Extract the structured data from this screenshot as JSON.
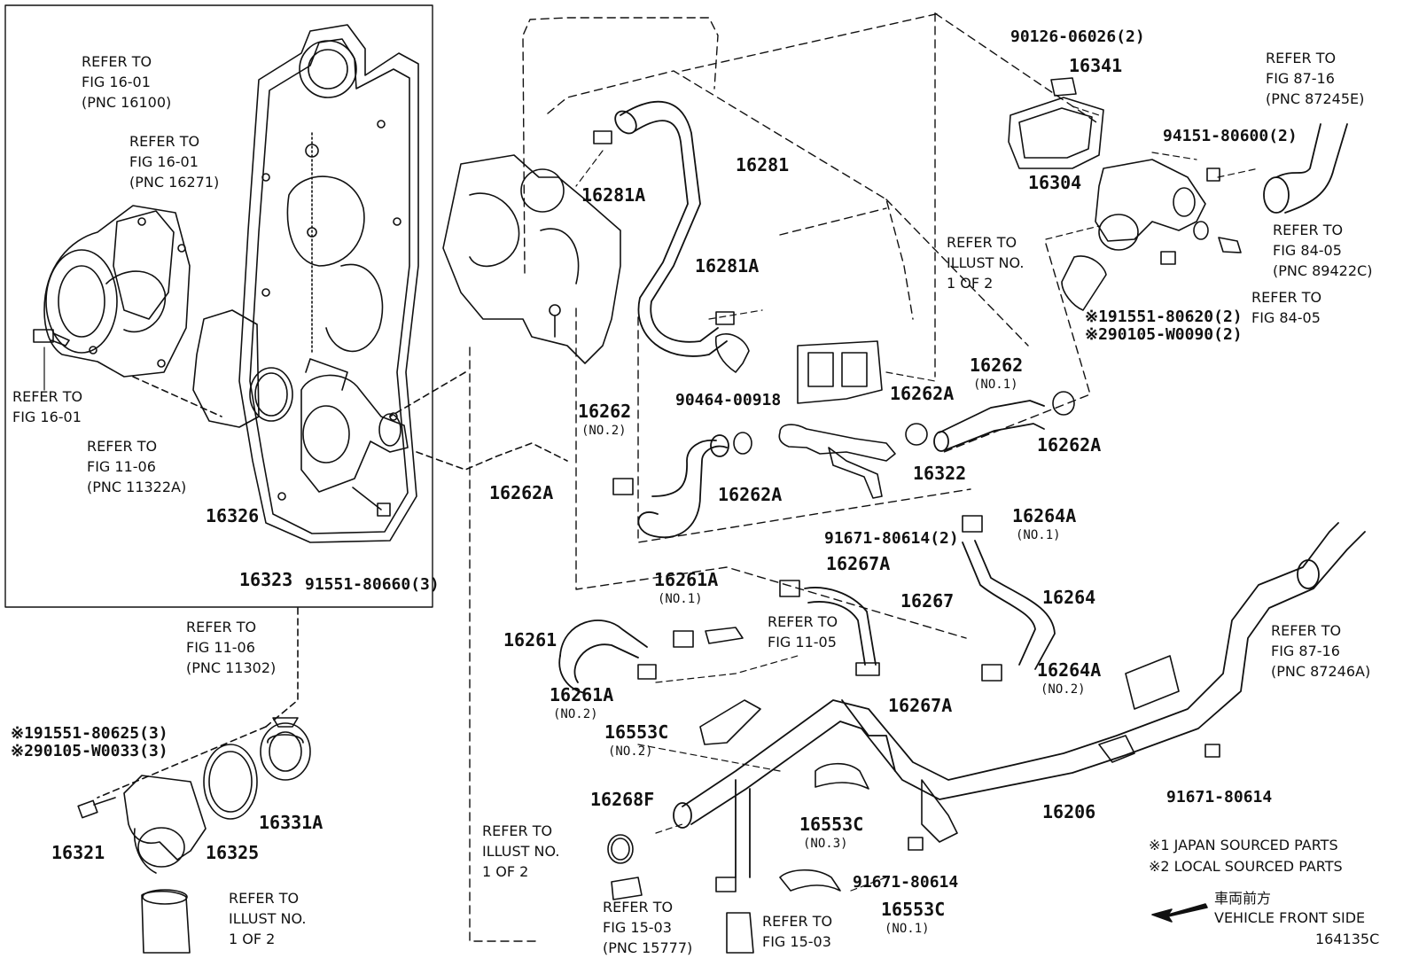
{
  "diagram": {
    "figure_code": "164135C",
    "legend": {
      "note1": "※1 JAPAN SOURCED PARTS",
      "note2": "※2 LOCAL SOURCED PARTS",
      "direction_jp": "車両前方",
      "direction_en": "VEHICLE FRONT SIDE"
    },
    "references": [
      {
        "id": "ref-fig16-01-a",
        "l1": "REFER TO",
        "l2": "FIG 16-01",
        "l3": "(PNC 16100)"
      },
      {
        "id": "ref-fig16-01-b",
        "l1": "REFER TO",
        "l2": "FIG 16-01",
        "l3": "(PNC 16271)"
      },
      {
        "id": "ref-fig16-01-c",
        "l1": "REFER TO",
        "l2": "FIG 16-01"
      },
      {
        "id": "ref-fig11-06-a",
        "l1": "REFER TO",
        "l2": "FIG 11-06",
        "l3": "(PNC 11322A)"
      },
      {
        "id": "ref-fig11-06-b",
        "l1": "REFER TO",
        "l2": "FIG 11-06",
        "l3": "(PNC 11302)"
      },
      {
        "id": "ref-illust-a",
        "l1": "REFER TO",
        "l2": "ILLUST NO.",
        "l3": "1 OF 2"
      },
      {
        "id": "ref-illust-b",
        "l1": "REFER TO",
        "l2": "ILLUST NO.",
        "l3": "1 OF 2"
      },
      {
        "id": "ref-illust-c",
        "l1": "REFER TO",
        "l2": "ILLUST NO.",
        "l3": "1 OF 2"
      },
      {
        "id": "ref-fig87-16-a",
        "l1": "REFER TO",
        "l2": "FIG 87-16",
        "l3": "(PNC 87245E)"
      },
      {
        "id": "ref-fig84-05-a",
        "l1": "REFER TO",
        "l2": "FIG 84-05",
        "l3": "(PNC 89422C)"
      },
      {
        "id": "ref-fig84-05-b",
        "l1": "REFER TO",
        "l2": "FIG 84-05"
      },
      {
        "id": "ref-fig11-05",
        "l1": "REFER TO",
        "l2": "FIG 11-05"
      },
      {
        "id": "ref-fig87-16-b",
        "l1": "REFER TO",
        "l2": "FIG 87-16",
        "l3": "(PNC 87246A)"
      },
      {
        "id": "ref-fig15-03-a",
        "l1": "REFER TO",
        "l2": "FIG 15-03",
        "l3": "(PNC 15777)"
      },
      {
        "id": "ref-fig15-03-b",
        "l1": "REFER TO",
        "l2": "FIG 15-03"
      }
    ],
    "parts": {
      "p16281": "16281",
      "p16281a_1": "16281A",
      "p16281a_2": "16281A",
      "p90464": "90464-00918",
      "p16262_no2": "16262",
      "p16262_no2_sub": "(NO.2)",
      "p16262a_1": "16262A",
      "p16262a_2": "16262A",
      "p16262a_3": "16262A",
      "p16262a_4": "16262A",
      "p16262_no1": "16262",
      "p16262_no1_sub": "(NO.1)",
      "p16322": "16322",
      "p91671_2": "91671-80614(2)",
      "p16264a_no1": "16264A",
      "p16264a_no1_sub": "(NO.1)",
      "p16264": "16264",
      "p16264a_no2": "16264A",
      "p16264a_no2_sub": "(NO.2)",
      "p16267a_1": "16267A",
      "p16267a_2": "16267A",
      "p16267": "16267",
      "p16261a_no1": "16261A",
      "p16261a_no1_sub": "(NO.1)",
      "p16261": "16261",
      "p16261a_no2": "16261A",
      "p16261a_no2_sub": "(NO.2)",
      "p16553c_no2": "16553C",
      "p16553c_no2_sub": "(NO.2)",
      "p16553c_no3": "16553C",
      "p16553c_no3_sub": "(NO.3)",
      "p16553c_no1": "16553C",
      "p16553c_no1_sub": "(NO.1)",
      "p16268f": "16268F",
      "p16206": "16206",
      "p91671_a": "91671-80614",
      "p91671_b": "91671-80614",
      "p90126": "90126-06026(2)",
      "p16341": "16341",
      "p94151": "94151-80600(2)",
      "p16304": "16304",
      "p191551_620": "※191551-80620(2)",
      "p290105_90": "※290105-W0090(2)",
      "p16326": "16326",
      "p16323": "16323",
      "p91551": "91551-80660(3)",
      "p191551_625": "※191551-80625(3)",
      "p290105_33": "※290105-W0033(3)",
      "p16321": "16321",
      "p16325": "16325",
      "p16331a": "16331A"
    }
  }
}
